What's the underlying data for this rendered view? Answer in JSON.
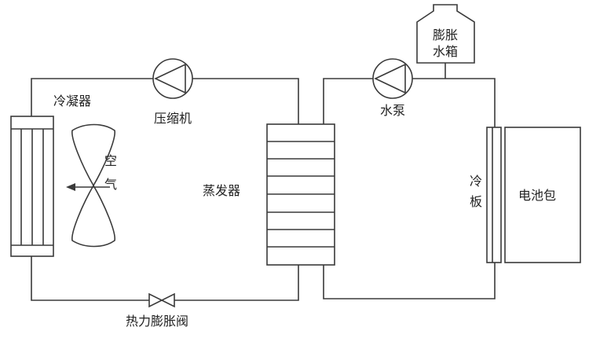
{
  "labels": {
    "condenser": "冷凝器",
    "compressor": "压缩机",
    "air_1": "空",
    "air_2": "气",
    "evaporator": "蒸发器",
    "expansion_valve": "热力膨胀阀",
    "pump": "水泵",
    "expansion_tank_1": "膨胀",
    "expansion_tank_2": "水箱",
    "cold_plate_1": "冷",
    "cold_plate_2": "板",
    "battery_pack": "电池包"
  },
  "colors": {
    "line": "#3a3a3a",
    "text": "#222222",
    "background": "#ffffff"
  }
}
